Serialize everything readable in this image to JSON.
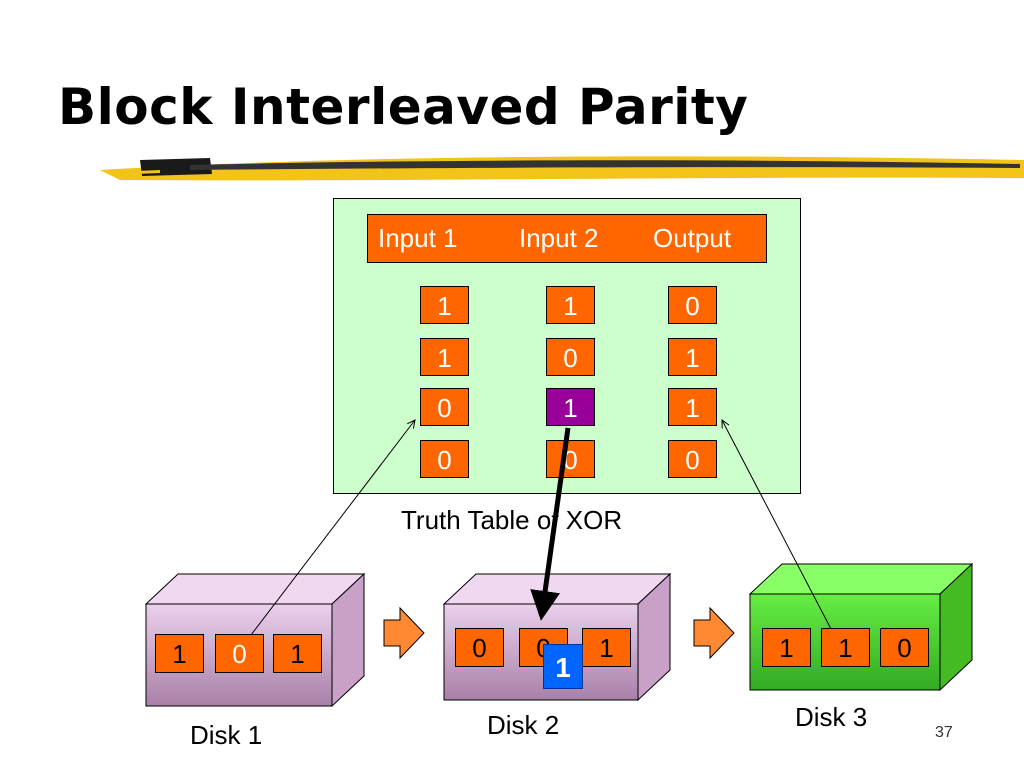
{
  "slide": {
    "title": "Block Interleaved Parity",
    "page_number": "37"
  },
  "truth_table": {
    "caption": "Truth Table of XOR",
    "headers": [
      "Input 1",
      "Input 2",
      "Output"
    ],
    "rows": [
      [
        "1",
        "1",
        "0"
      ],
      [
        "1",
        "0",
        "1"
      ],
      [
        "0",
        "1",
        "1"
      ],
      [
        "0",
        "0",
        "0"
      ]
    ],
    "highlighted_cell_color": "#990099",
    "cell_color": "#ff6600",
    "panel_color": "#ccffcc"
  },
  "disks": [
    {
      "label": "Disk 1",
      "bits": [
        "1",
        "0",
        "1"
      ],
      "color": "#e8c8e8"
    },
    {
      "label": "Disk 2",
      "bits": [
        "0",
        "0",
        "1"
      ],
      "color": "#e8c8e8"
    },
    {
      "label": "Disk 3",
      "bits": [
        "1",
        "1",
        "0"
      ],
      "color": "#66ee44"
    }
  ],
  "recovered_bit": "1",
  "recovered_bit_color": "#0066ff"
}
